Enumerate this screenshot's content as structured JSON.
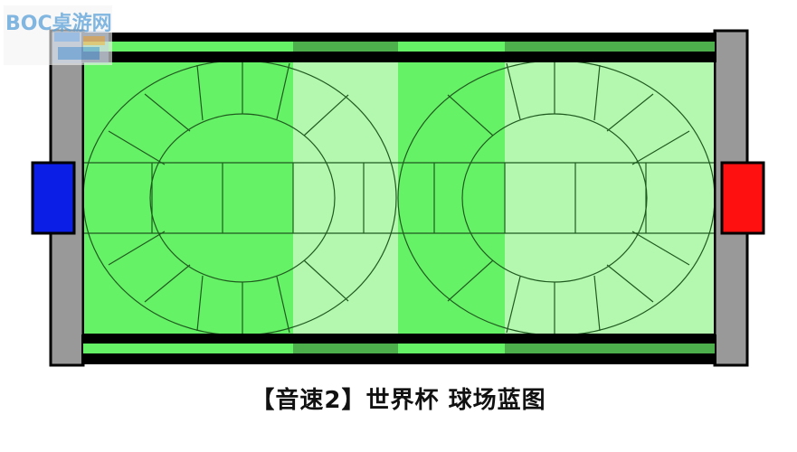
{
  "caption": "【音速2】世界杯  球场蓝图",
  "watermark": {
    "text": "BOC桌游网"
  },
  "colors": {
    "bright_green": "#66f266",
    "light_green": "#b4f8b0",
    "dark_strip_green": "#4caf4c",
    "frame": "#000000",
    "side_grey": "#999999",
    "left_goal": "#0a1ee6",
    "right_goal": "#ff1010",
    "line": "#2a6a2a"
  },
  "board": {
    "zones": [
      "bright",
      "light",
      "bright",
      "light"
    ],
    "goals": [
      {
        "side": "left",
        "color": "blue"
      },
      {
        "side": "right",
        "color": "red"
      }
    ]
  }
}
